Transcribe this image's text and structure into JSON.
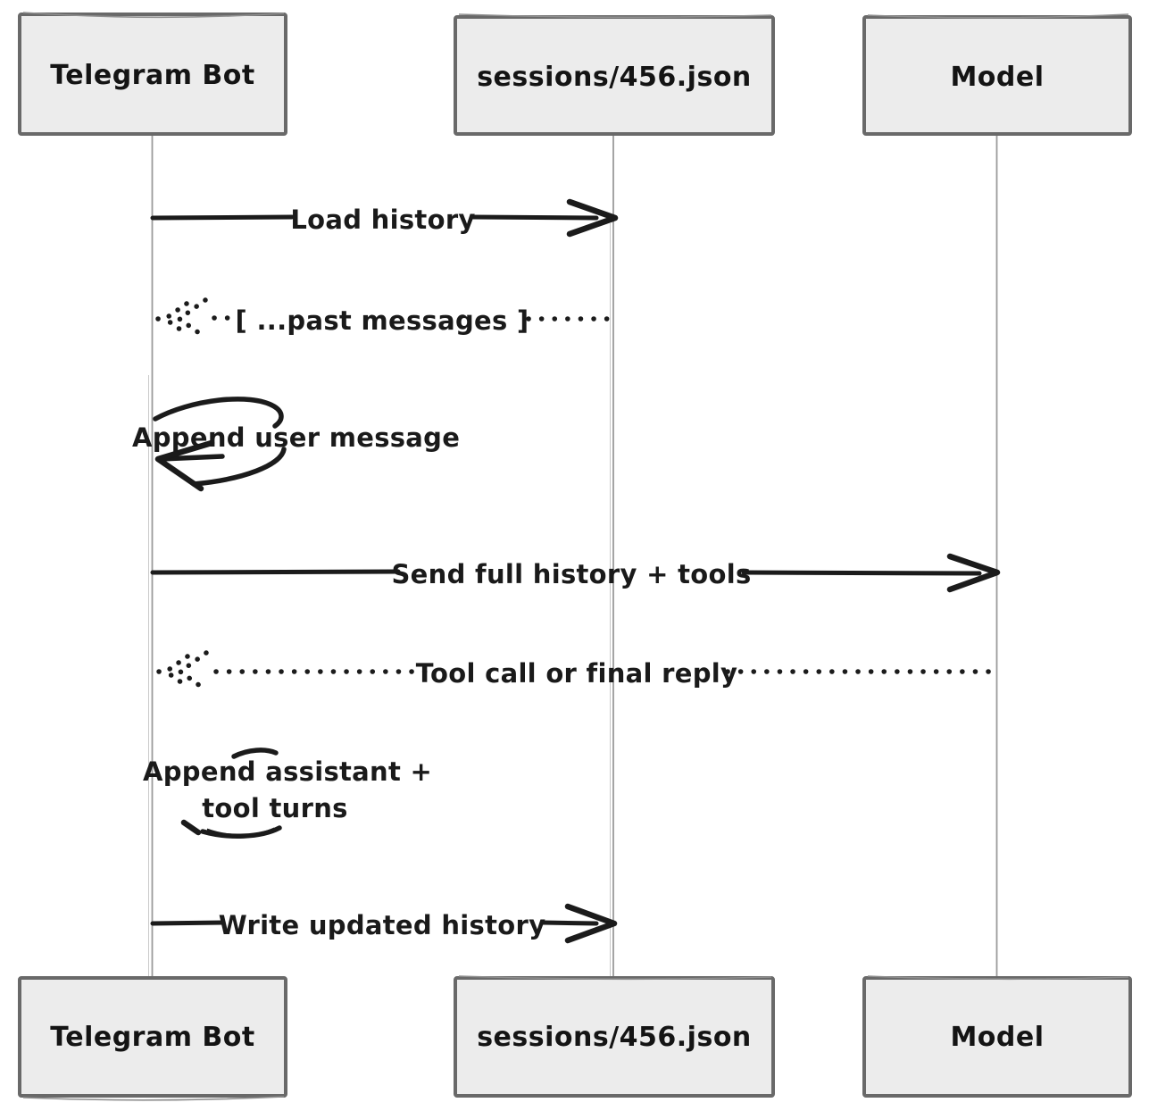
{
  "diagram": {
    "type": "sequence",
    "style": "hand-drawn",
    "actors": [
      {
        "name": "Telegram Bot"
      },
      {
        "name": "sessions/456.json"
      },
      {
        "name": "Model"
      }
    ],
    "messages": [
      {
        "from": "Telegram Bot",
        "to": "sessions/456.json",
        "label": "Load history",
        "style": "solid-arrow"
      },
      {
        "from": "sessions/456.json",
        "to": "Telegram Bot",
        "label": "[ ...past messages ]",
        "style": "dotted-arrow"
      },
      {
        "from": "Telegram Bot",
        "to": "Telegram Bot",
        "label": "Append user message",
        "style": "self-loop"
      },
      {
        "from": "Telegram Bot",
        "to": "Model",
        "label": "Send full history + tools",
        "style": "solid-arrow"
      },
      {
        "from": "Model",
        "to": "Telegram Bot",
        "label": "Tool call or final reply",
        "style": "dotted-arrow"
      },
      {
        "from": "Telegram Bot",
        "to": "Telegram Bot",
        "label": "Append assistant + tool turns",
        "label_lines": [
          "Append assistant +",
          "tool turns"
        ],
        "style": "self-loop"
      },
      {
        "from": "Telegram Bot",
        "to": "sessions/456.json",
        "label": "Write updated history",
        "style": "solid-arrow"
      }
    ],
    "colors": {
      "background": "#ffffff",
      "actor_fill": "#ececec",
      "actor_border": "#696969",
      "lifeline": "#9b9b9b",
      "message_line": "#1b1b1b",
      "text": "#141414"
    }
  }
}
